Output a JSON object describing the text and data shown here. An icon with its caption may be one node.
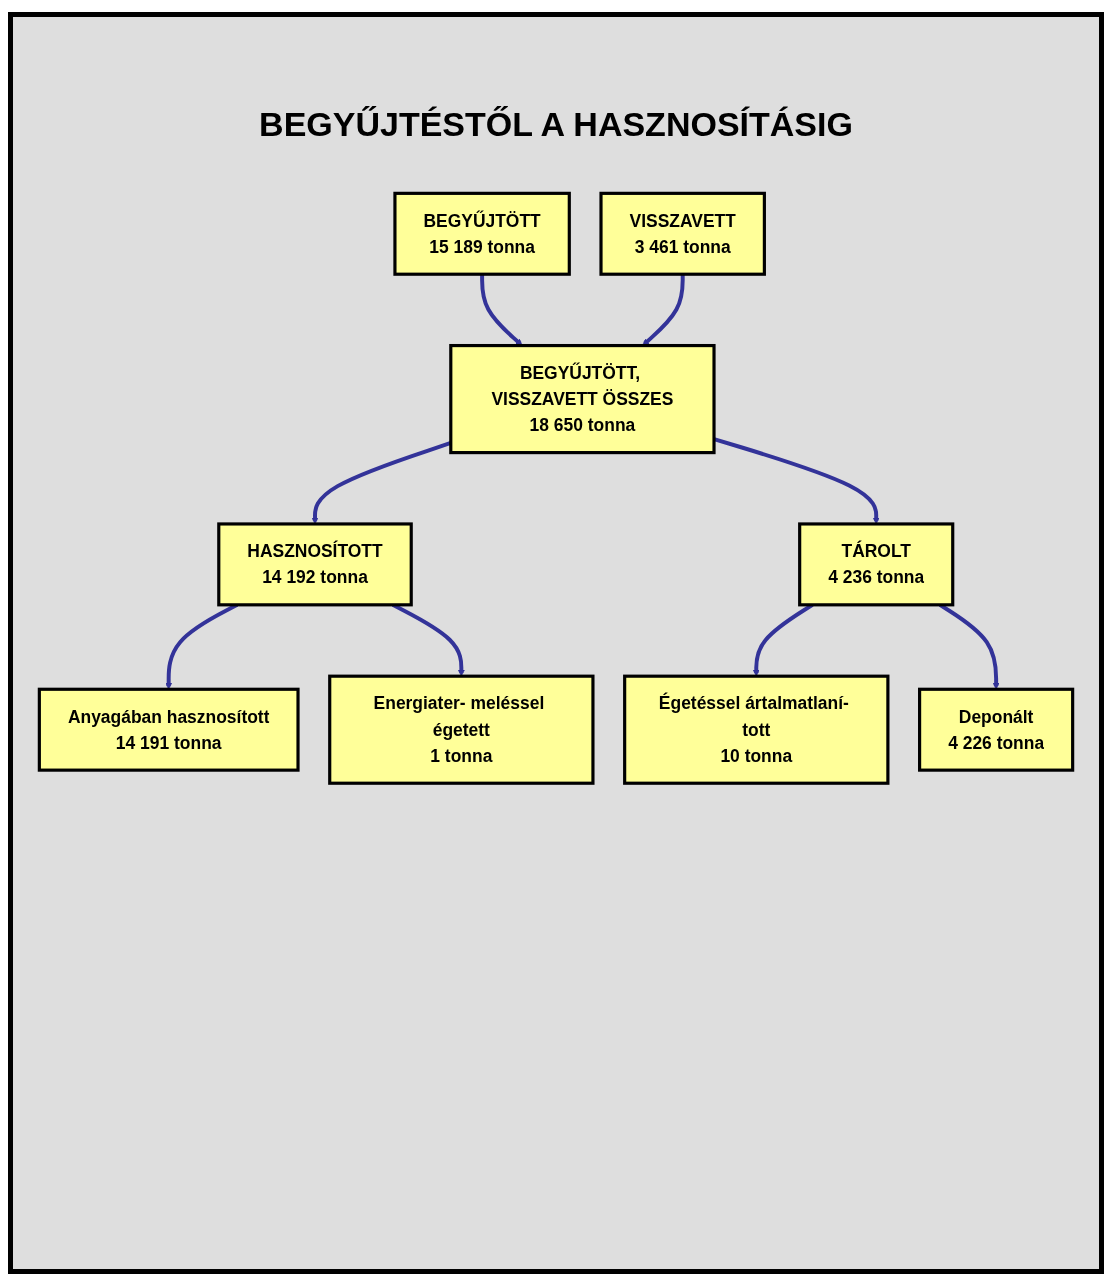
{
  "diagram": {
    "title": "BEGYŰJTÉSTŐL A HASZNOSÍTÁSIG",
    "nodes": [
      {
        "text": [
          "BEGYŰJTÖTT",
          "15 189 tonna"
        ]
      },
      {
        "text": [
          "VISSZAVETT",
          "3 461 tonna"
        ]
      },
      {
        "text": [
          "BEGYŰJTÖTT, VISSZAVETT ÖSSZES",
          "18 650 tonna"
        ]
      },
      {
        "text": [
          "HASZNOSÍTOTT",
          "14 192 tonna"
        ]
      },
      {
        "text": [
          "TÁROLT",
          "4 236 tonna"
        ]
      },
      {
        "text": [
          "Anyagában hasznosított",
          "14 191 tonna"
        ]
      },
      {
        "text": [
          "Energiater- meléssel égetett",
          "1 tonna"
        ]
      },
      {
        "text": [
          "Égetéssel ártalmatlaní- tott",
          "10 tonna"
        ]
      },
      {
        "text": [
          "Deponált",
          "4 226 tonna"
        ]
      }
    ],
    "edges": [
      {
        "from": 0,
        "to": 2,
        "arrow": "to"
      },
      {
        "from": 1,
        "to": 2,
        "arrow": "to"
      },
      {
        "from": 2,
        "to": 3,
        "arrow": "to"
      },
      {
        "from": 2,
        "to": 4,
        "arrow": "to"
      },
      {
        "from": 3,
        "to": 5,
        "arrow": "to"
      },
      {
        "from": 3,
        "to": 6,
        "arrow": "to"
      },
      {
        "from": 4,
        "to": 7,
        "arrow": "to"
      },
      {
        "from": 4,
        "to": 8,
        "arrow": "to"
      }
    ]
  }
}
